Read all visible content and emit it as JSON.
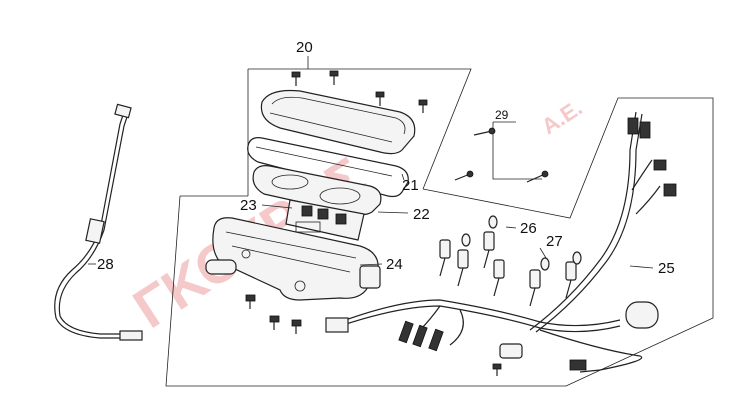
{
  "labels": {
    "p20": "20",
    "p21": "21",
    "p22": "22",
    "p23": "23",
    "p24": "24",
    "p25": "25",
    "p26": "26",
    "p27": "27",
    "p28": "28",
    "p29": "29"
  },
  "watermark": {
    "main": "ΓΚΟΥΡΗΣ",
    "suffix": "Α.Ε."
  },
  "colors": {
    "line": "#222222",
    "watermark": "#f2b7b7"
  }
}
